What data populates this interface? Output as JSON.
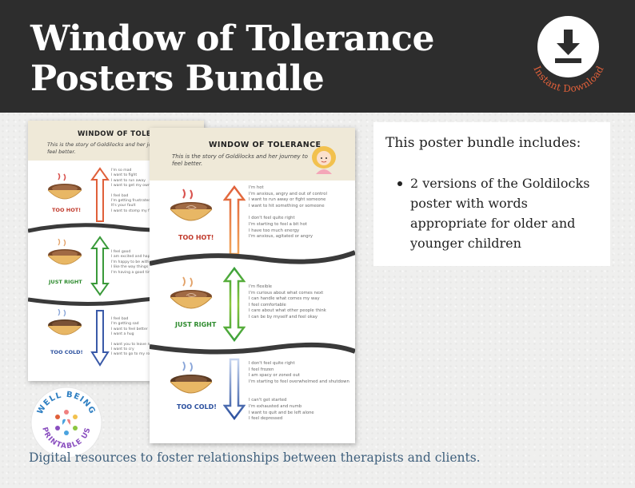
{
  "header": {
    "title_line1": "Window of Tolerance",
    "title_line2": "Posters Bundle",
    "badge_text": "Instant Download",
    "badge_color": "#e0603a"
  },
  "poster": {
    "title": "WINDOW OF TOLERANCE",
    "subtitle_line1": "This is the story of Goldilocks and her journey to",
    "subtitle_line2": "feel better.",
    "zones": [
      {
        "label": "TOO HOT!",
        "color": "#c0392b",
        "lines_a": [
          "I'm hot",
          "I'm anxious, angry and out of control",
          "I want to run away or fight someone",
          "I want to hit something or someone"
        ],
        "lines_b": [
          "I don't feel quite right",
          "I'm starting to feel a bit hot",
          "I have too much energy",
          "I'm anxious, agitated or angry"
        ]
      },
      {
        "label": "JUST RIGHT",
        "color": "#2e8b2e",
        "lines_a": [
          "I'm flexible",
          "I'm curious about what comes next",
          "I can handle what comes my way",
          "I feel comfortable",
          "I care about what other people think",
          "I can be by myself and feel okay"
        ],
        "lines_b": []
      },
      {
        "label": "TOO COLD!",
        "color": "#2a4f9e",
        "lines_a": [
          "I don't feel quite right",
          "I feel frozen",
          "I am spacy or zoned out",
          "I'm starting to feel overwhelmed and shutdown"
        ],
        "lines_b": [
          "I can't get started",
          "I'm exhausted and numb",
          "I want to quit and be left alone",
          "I feel depressed"
        ]
      }
    ],
    "back_zones": [
      {
        "label": "TOO HOT!",
        "color": "#c0392b",
        "lines_a": [
          "I'm so mad",
          "I want to fight",
          "I want to run away",
          "I want to get my own"
        ],
        "lines_b": [
          "I feel bad",
          "I'm getting frustrated",
          "It's your fault",
          "I want to stomp my fe"
        ]
      },
      {
        "label": "JUST RIGHT",
        "color": "#2e8b2e",
        "lines_a": [
          "I feel good",
          "I am excited and happ",
          "I'm happy to be with o",
          "I like the way things fe",
          "I'm having a good time"
        ],
        "lines_b": []
      },
      {
        "label": "TOO COLD!",
        "color": "#2a4f9e",
        "lines_a": [
          "I feel bad",
          "I'm getting sad",
          "I want to feel better",
          "I want a hug"
        ],
        "lines_b": [
          "I want you to leave m",
          "I want to cry",
          "I want to go to my ro"
        ]
      }
    ]
  },
  "info": {
    "title": "This poster bundle includes:",
    "bullet": "2 versions of the Goldilocks poster with words appropriate for older and younger children"
  },
  "logo": {
    "top_text": "WELL BEING",
    "bottom_text": "PRINTABLE US",
    "top_color": "#2e7fc2",
    "bottom_color": "#8a4fbf"
  },
  "footer": {
    "text": "Digital resources to foster relationships between therapists and clients."
  }
}
